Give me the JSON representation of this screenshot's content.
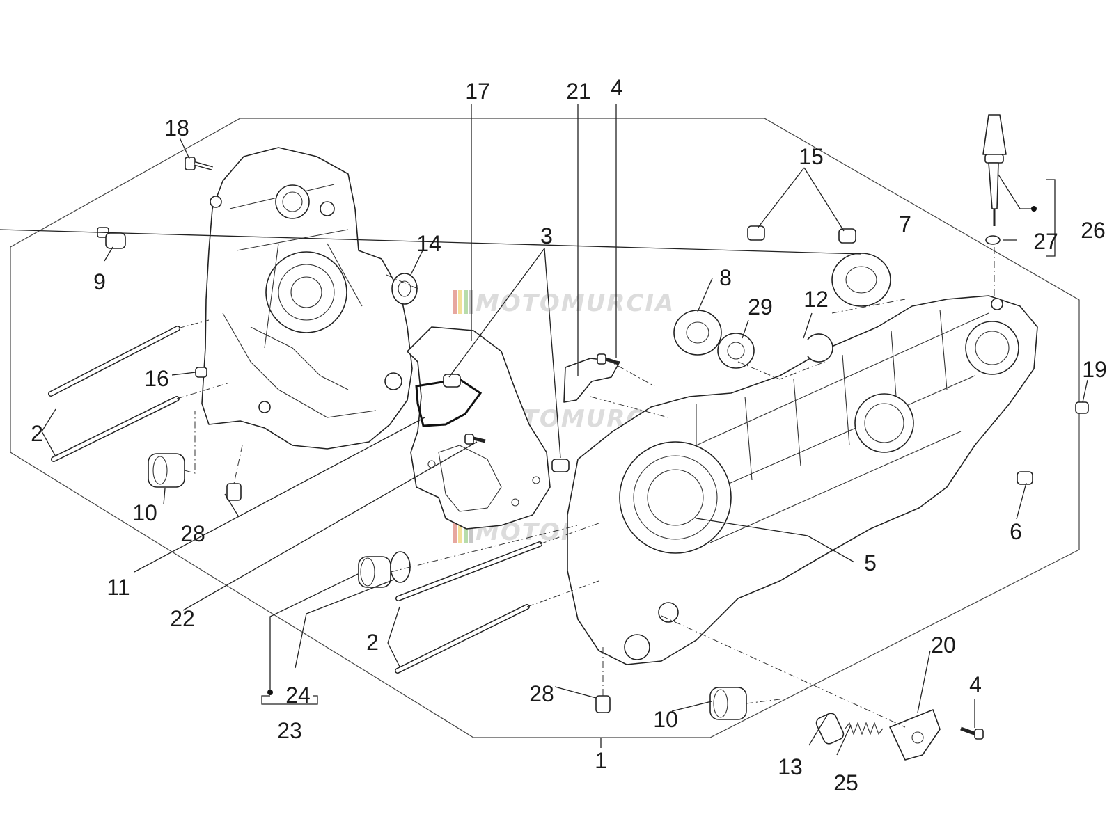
{
  "watermark": {
    "text": "MOTOMURCIA",
    "colors": [
      "#e7a79f",
      "#f2df98",
      "#b8dcaa",
      "#c7c7c7"
    ]
  },
  "callouts": [
    {
      "id": "c1",
      "label": "1"
    },
    {
      "id": "c2a",
      "label": "2"
    },
    {
      "id": "c2b",
      "label": "2"
    },
    {
      "id": "c3",
      "label": "3"
    },
    {
      "id": "c4a",
      "label": "4"
    },
    {
      "id": "c4b",
      "label": "4"
    },
    {
      "id": "c5",
      "label": "5"
    },
    {
      "id": "c6",
      "label": "6"
    },
    {
      "id": "c7",
      "label": "7"
    },
    {
      "id": "c8",
      "label": "8"
    },
    {
      "id": "c9",
      "label": "9"
    },
    {
      "id": "c10a",
      "label": "10"
    },
    {
      "id": "c10b",
      "label": "10"
    },
    {
      "id": "c11",
      "label": "11"
    },
    {
      "id": "c12",
      "label": "12"
    },
    {
      "id": "c13",
      "label": "13"
    },
    {
      "id": "c14",
      "label": "14"
    },
    {
      "id": "c15",
      "label": "15"
    },
    {
      "id": "c16",
      "label": "16"
    },
    {
      "id": "c17",
      "label": "17"
    },
    {
      "id": "c18",
      "label": "18"
    },
    {
      "id": "c19",
      "label": "19"
    },
    {
      "id": "c20",
      "label": "20"
    },
    {
      "id": "c21",
      "label": "21"
    },
    {
      "id": "c22",
      "label": "22"
    },
    {
      "id": "c23",
      "label": "23"
    },
    {
      "id": "c24",
      "label": "24"
    },
    {
      "id": "c25",
      "label": "25"
    },
    {
      "id": "c26",
      "label": "26"
    },
    {
      "id": "c27",
      "label": "27"
    },
    {
      "id": "c28a",
      "label": "28"
    },
    {
      "id": "c28b",
      "label": "28"
    },
    {
      "id": "c29",
      "label": "29"
    }
  ]
}
